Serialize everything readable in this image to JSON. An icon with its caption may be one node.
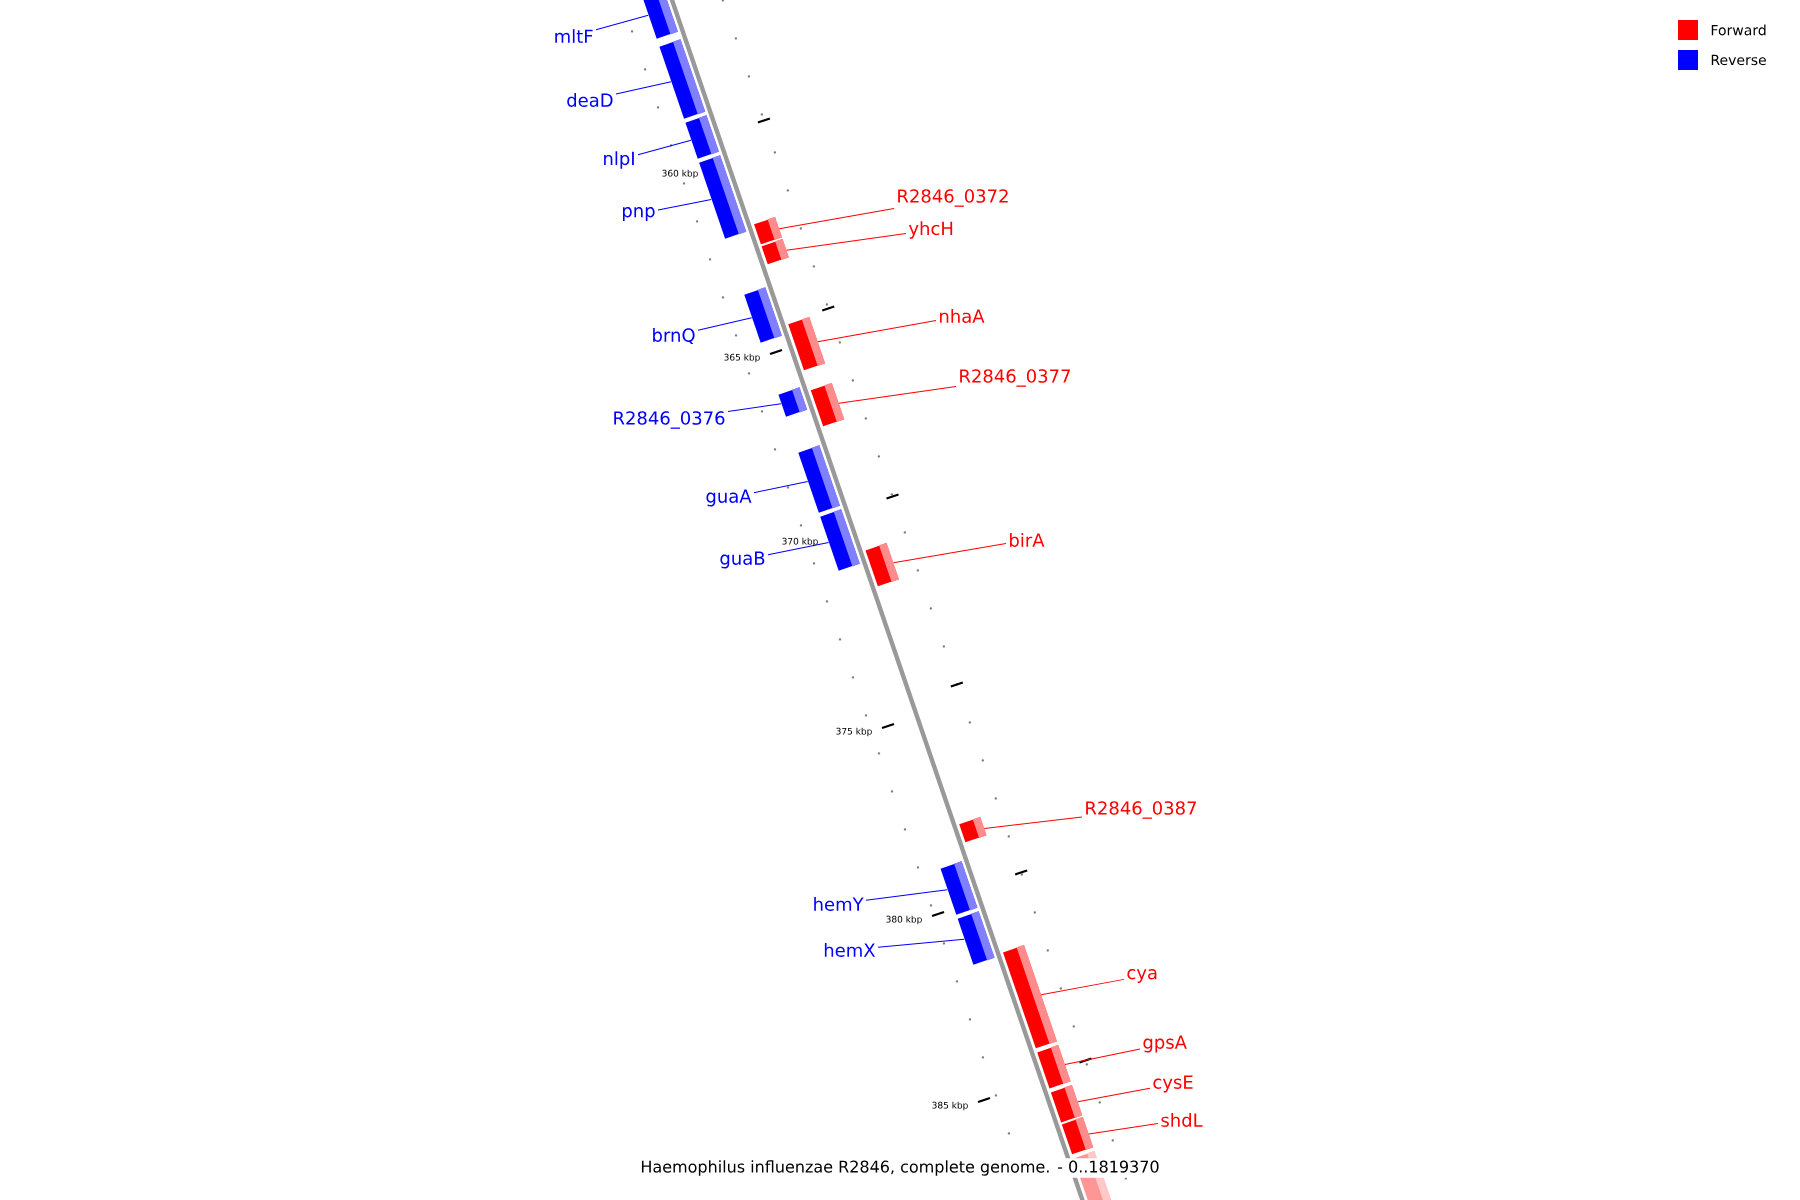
{
  "diagram": {
    "caption": "Haemophilus influenzae R2846, complete genome. - 0..1819370",
    "nodes": [
      {
        "text": [
          "mltF"
        ]
      },
      {
        "text": [],
        "shape": "bar"
      },
      {
        "text": [
          "deaD"
        ]
      },
      {
        "text": [],
        "shape": "bar"
      },
      {
        "text": [
          "nlpI"
        ]
      },
      {
        "text": [],
        "shape": "bar"
      },
      {
        "text": [
          "pnp"
        ]
      },
      {
        "text": [],
        "shape": "bar"
      },
      {
        "text": [
          "R2846_0372"
        ]
      },
      {
        "text": [],
        "shape": "bar"
      },
      {
        "text": [
          "yhcH"
        ]
      },
      {
        "text": [],
        "shape": "bar"
      },
      {
        "text": [
          "brnQ"
        ]
      },
      {
        "text": [],
        "shape": "bar"
      },
      {
        "text": [
          "nhaA"
        ]
      },
      {
        "text": [],
        "shape": "bar"
      },
      {
        "text": [
          "R2846_0377"
        ]
      },
      {
        "text": [],
        "shape": "bar"
      },
      {
        "text": [
          "R2846_0376"
        ]
      },
      {
        "text": [],
        "shape": "bar"
      },
      {
        "text": [
          "guaA"
        ]
      },
      {
        "text": [],
        "shape": "bar"
      },
      {
        "text": [
          "guaB"
        ]
      },
      {
        "text": [],
        "shape": "bar"
      },
      {
        "text": [
          "birA"
        ]
      },
      {
        "text": [],
        "shape": "bar"
      },
      {
        "text": [
          "R2846_0387"
        ]
      },
      {
        "text": [],
        "shape": "bar"
      },
      {
        "text": [
          "hemY"
        ]
      },
      {
        "text": [],
        "shape": "bar"
      },
      {
        "text": [
          "hemX"
        ]
      },
      {
        "text": [],
        "shape": "bar"
      },
      {
        "text": [
          "cya"
        ]
      },
      {
        "text": [],
        "shape": "bar"
      },
      {
        "text": [
          "gpsA"
        ]
      },
      {
        "text": [],
        "shape": "bar"
      },
      {
        "text": [
          "cysE"
        ]
      },
      {
        "text": [],
        "shape": "bar"
      },
      {
        "text": [
          "shdL"
        ]
      },
      {
        "text": [],
        "shape": "bar"
      },
      {
        "text": [],
        "shape": "bar"
      }
    ],
    "edges": [
      {
        "from": 0,
        "to": 1,
        "arrow": "none",
        "color": "#0000ff"
      },
      {
        "from": 2,
        "to": 3,
        "arrow": "none",
        "color": "#0000ff"
      },
      {
        "from": 4,
        "to": 5,
        "arrow": "none",
        "color": "#0000ff"
      },
      {
        "from": 6,
        "to": 7,
        "arrow": "none",
        "color": "#0000ff"
      },
      {
        "from": 8,
        "to": 9,
        "arrow": "none",
        "color": "#ff0000"
      },
      {
        "from": 10,
        "to": 11,
        "arrow": "none",
        "color": "#ff0000"
      },
      {
        "from": 12,
        "to": 13,
        "arrow": "none",
        "color": "#0000ff"
      },
      {
        "from": 14,
        "to": 15,
        "arrow": "none",
        "color": "#ff0000"
      },
      {
        "from": 16,
        "to": 17,
        "arrow": "none",
        "color": "#ff0000"
      },
      {
        "from": 18,
        "to": 19,
        "arrow": "none",
        "color": "#0000ff"
      },
      {
        "from": 20,
        "to": 21,
        "arrow": "none",
        "color": "#0000ff"
      },
      {
        "from": 22,
        "to": 23,
        "arrow": "none",
        "color": "#0000ff"
      },
      {
        "from": 24,
        "to": 25,
        "arrow": "none",
        "color": "#ff0000"
      },
      {
        "from": 26,
        "to": 27,
        "arrow": "none",
        "color": "#ff0000"
      },
      {
        "from": 28,
        "to": 29,
        "arrow": "none",
        "color": "#0000ff"
      },
      {
        "from": 30,
        "to": 31,
        "arrow": "none",
        "color": "#0000ff"
      },
      {
        "from": 32,
        "to": 33,
        "arrow": "none",
        "color": "#ff0000"
      },
      {
        "from": 34,
        "to": 35,
        "arrow": "none",
        "color": "#ff0000"
      },
      {
        "from": 36,
        "to": 37,
        "arrow": "none",
        "color": "#ff0000"
      },
      {
        "from": 38,
        "to": 39,
        "arrow": "none",
        "color": "#ff0000"
      }
    ],
    "labels": [
      "360 kbp",
      "365 kbp",
      "370 kbp",
      "375 kbp",
      "380 kbp",
      "385 kbp"
    ],
    "legend": [
      {
        "text": "Forward",
        "color": "#ff0000"
      },
      {
        "text": "Reverse",
        "color": "#0000ff"
      }
    ]
  }
}
